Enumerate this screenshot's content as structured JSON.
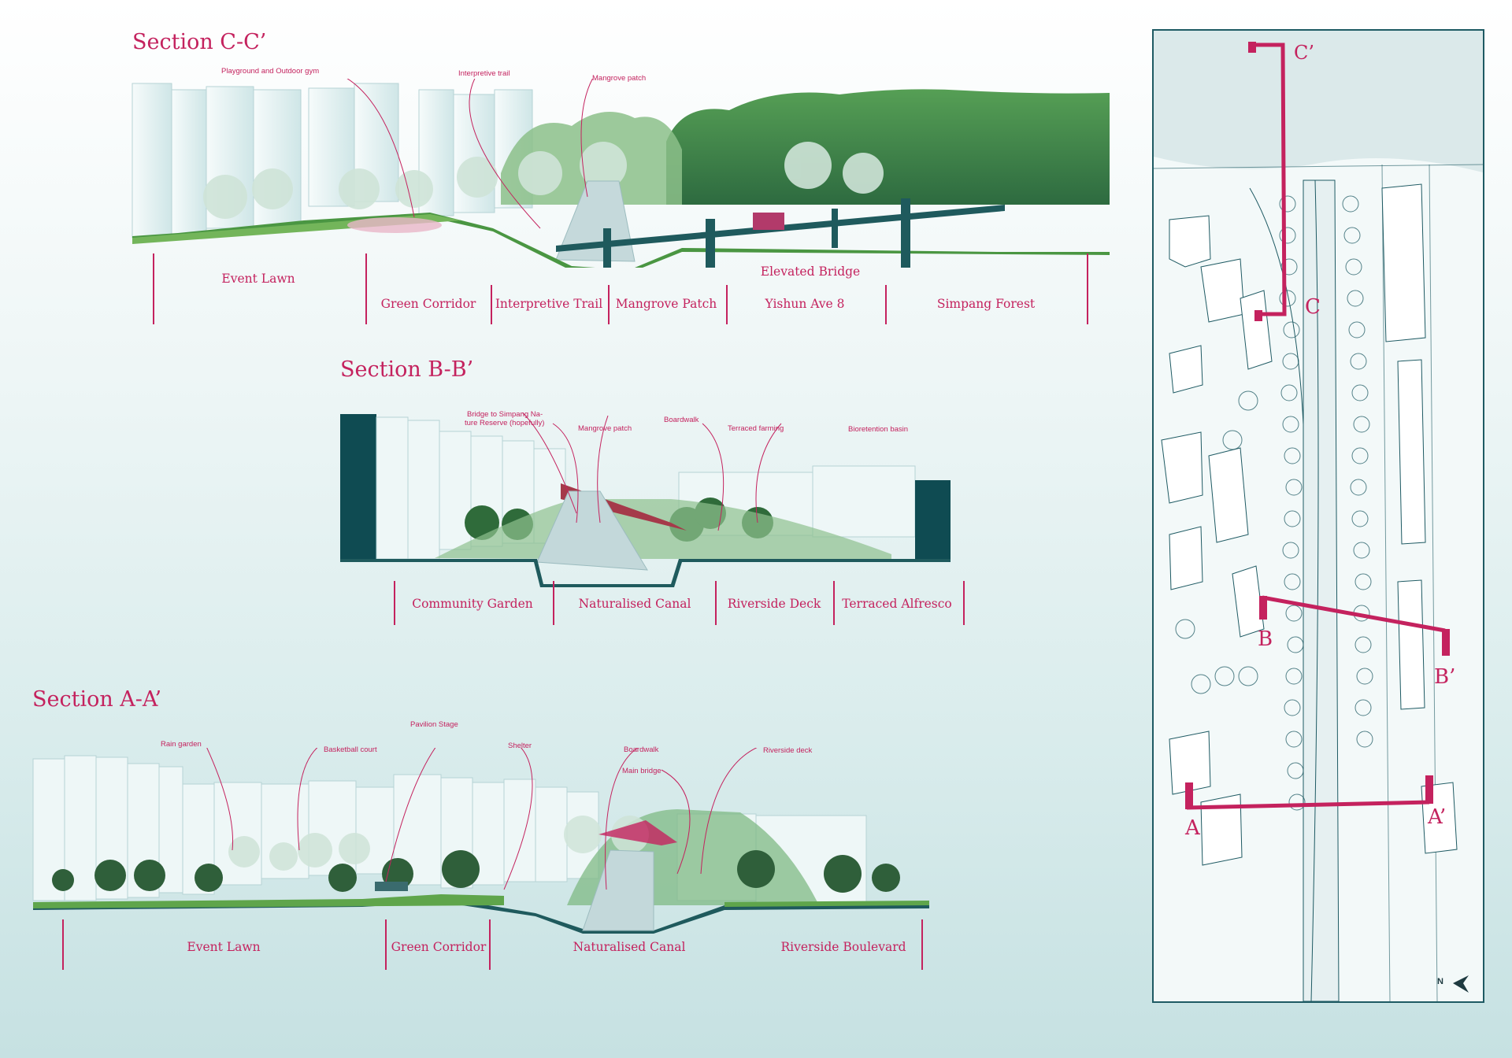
{
  "sections": {
    "cc": {
      "title": "Section C-C’",
      "callouts": [
        "Playground and Outdoor gym",
        "Interpretive trail",
        "Mangrove patch"
      ],
      "zones": [
        "Event Lawn",
        "Green Corridor",
        "Interpretive Trail",
        "Mangrove Patch",
        "Yishun Ave 8",
        "Simpang Forest"
      ],
      "bridge_label": "Elevated Bridge"
    },
    "bb": {
      "title": "Section B-B’",
      "callouts": [
        "Bridge to Simpang Na-",
        "ture Reserve (hopefully)",
        "Mangrove patch",
        "Boardwalk",
        "Terraced farming",
        "Bioretention basin"
      ],
      "zones": [
        "Community Garden",
        "Naturalised Canal",
        "Riverside Deck",
        "Terraced Alfresco"
      ]
    },
    "aa": {
      "title": "Section A-A’",
      "callouts": [
        "Rain garden",
        "Basketball court",
        "Pavilion Stage",
        "Shelter",
        "Boardwalk",
        "Main bridge",
        "Riverside deck"
      ],
      "zones": [
        "Event Lawn",
        "Green Corridor",
        "Naturalised Canal",
        "Riverside Boulevard"
      ]
    }
  },
  "map": {
    "labels": {
      "c": "C",
      "c_prime": "C’",
      "b": "B",
      "b_prime": "B’",
      "a": "A",
      "a_prime": "A’"
    },
    "north_label": "N"
  },
  "colors": {
    "accent": "#c4225e",
    "building": "#eef7f7",
    "building_dark": "#0f4b52",
    "tree": "#2f7a4a",
    "grass": "#6aa84f",
    "water": "#bcd4d6",
    "map_line": "#1e5a63"
  }
}
